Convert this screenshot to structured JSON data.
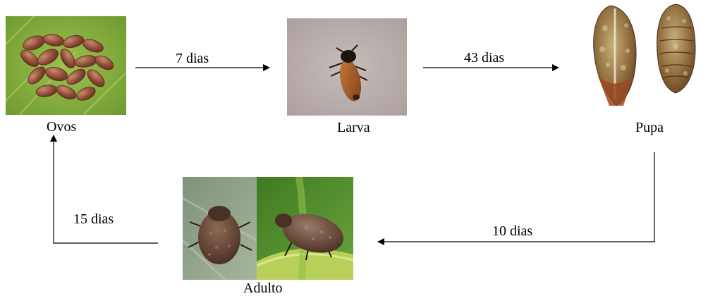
{
  "stages": {
    "eggs": "Ovos",
    "larva": "Larva",
    "pupa": "Pupa",
    "adult": "Adulto"
  },
  "transitions": {
    "eggs_to_larva": "7 dias",
    "larva_to_pupa": "43 dias",
    "pupa_to_adult": "10 dias",
    "adult_to_eggs": "15 dias"
  },
  "colors": {
    "leaf_green": "#7faa3c",
    "egg_brown": "#8a4a35",
    "larva_bg": "#b9aeab",
    "larva_body": "#a45f2a",
    "pupa_brown": "#8e6a3a",
    "adult_brown": "#6a4a3a"
  }
}
